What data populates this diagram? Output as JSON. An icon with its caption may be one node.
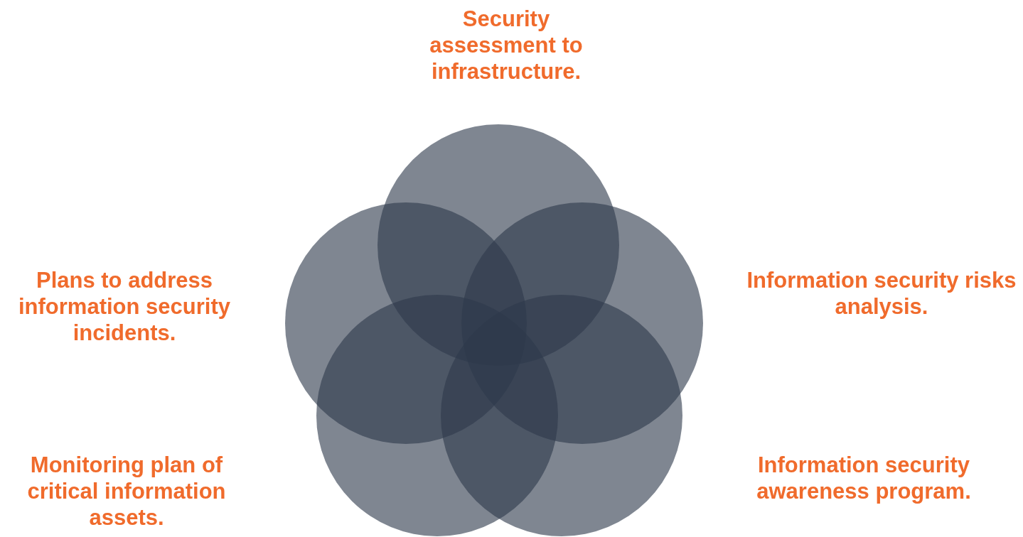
{
  "diagram": {
    "nodes": [
      {
        "text": [],
        "shape": "circle"
      },
      {
        "text": [],
        "shape": "circle"
      },
      {
        "text": [],
        "shape": "circle"
      },
      {
        "text": [],
        "shape": "circle"
      },
      {
        "text": [],
        "shape": "circle"
      }
    ],
    "labels": [
      "Security assessment to infrastructure.",
      "Plans to address information security incidents.",
      "Information security risks analysis.",
      "Monitoring plan of critical information assets.",
      "Information security awareness program."
    ]
  }
}
